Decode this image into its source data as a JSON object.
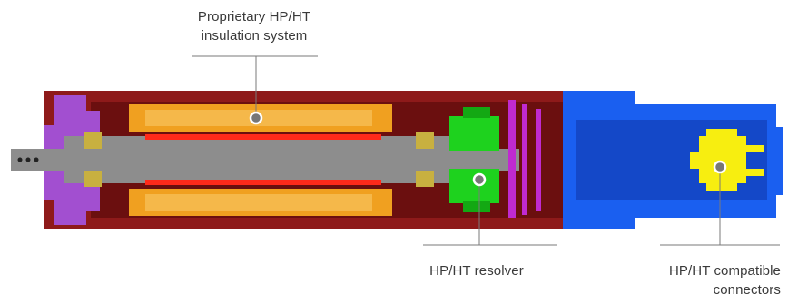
{
  "colors": {
    "housing": "#8e1a1a",
    "housing_dark": "#6b0f0f",
    "end_cap": "#a24fd0",
    "shaft": "#8d8d8d",
    "insulation": "#f0a020",
    "windings": "#ff2a1a",
    "resolver": "#1ed21e",
    "connector_housing": "#1a5ff0",
    "connector": "#f7ee10",
    "bearing": "#c8b040",
    "callout_line": "#7a7a7a",
    "marker": "#777777"
  },
  "callouts": {
    "insulation": {
      "line1": "Proprietary HP/HT",
      "line2": "insulation system"
    },
    "resolver": {
      "line1": "HP/HT resolver"
    },
    "connectors": {
      "line1": "HP/HT compatible",
      "line2": "connectors"
    }
  }
}
